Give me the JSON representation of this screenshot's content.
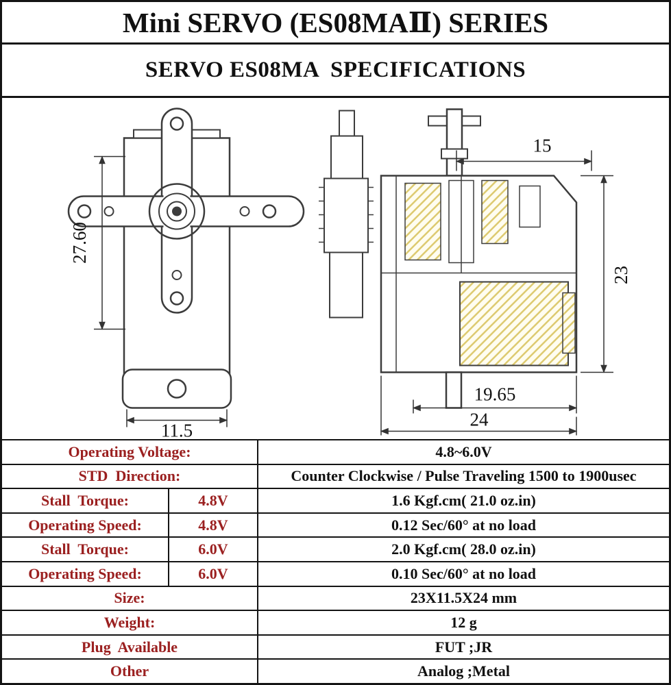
{
  "header": {
    "series_title": "Mini SERVO (ES08MAⅡ) SERIES",
    "spec_title": "SERVO ES08MA  SPECIFICATIONS"
  },
  "drawings": {
    "front_view": {
      "height_dim": "27.60",
      "width_dim": "11.5"
    },
    "side_view": {
      "top_dim": "15",
      "height_dim": "23",
      "inner_width_dim": "19.65",
      "width_dim": "24"
    }
  },
  "spec_table": {
    "rows": [
      {
        "label": "Operating Voltage:",
        "value": "4.8~6.0V"
      },
      {
        "label": "STD  Direction:",
        "value": "Counter Clockwise / Pulse Traveling 1500 to 1900usec"
      },
      {
        "label": "Stall  Torque:",
        "condition": "4.8V",
        "value": "1.6 Kgf.cm( 21.0 oz.in)"
      },
      {
        "label": "Operating Speed:",
        "condition": "4.8V",
        "value": "0.12 Sec/60° at no load"
      },
      {
        "label": "Stall  Torque:",
        "condition": "6.0V",
        "value": "2.0 Kgf.cm( 28.0 oz.in)"
      },
      {
        "label": "Operating Speed:",
        "condition": "6.0V",
        "value": "0.10 Sec/60° at no load"
      },
      {
        "label": "Size:",
        "value": "23X11.5X24 mm"
      },
      {
        "label": "Weight:",
        "value": "12 g"
      },
      {
        "label": "Plug  Available",
        "value": "FUT ;JR"
      },
      {
        "label": "Other",
        "value": "Analog ;Metal"
      }
    ]
  },
  "colors": {
    "label_red": "#9b2020",
    "border_black": "#141414",
    "hatch_yellow": "#ddca70"
  }
}
